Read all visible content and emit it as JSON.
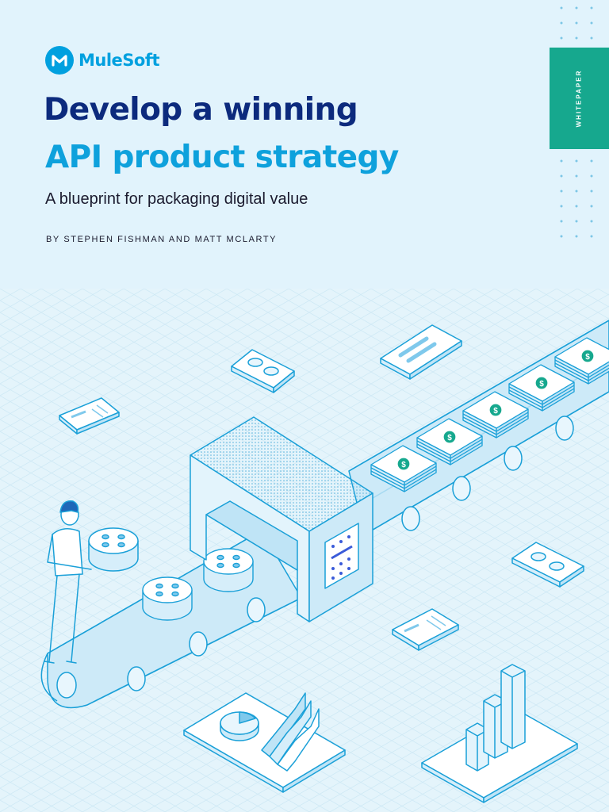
{
  "brand": {
    "name": "MuleSoft",
    "mark": "mulesoft-m-icon",
    "color": "#00a0df"
  },
  "title": {
    "line1": "Develop a winning",
    "line2": "API product strategy"
  },
  "subtitle": "A blueprint for packaging digital value",
  "authors": "BY STEPHEN FISHMAN AND MATT MCLARTY",
  "tag": {
    "label": "WHITEPAPER",
    "color": "#16a88e"
  },
  "colors": {
    "navy": "#0c2a7d",
    "blue": "#0ea1dc",
    "background": "#e4f4fb",
    "line": "#1aa0d8"
  }
}
